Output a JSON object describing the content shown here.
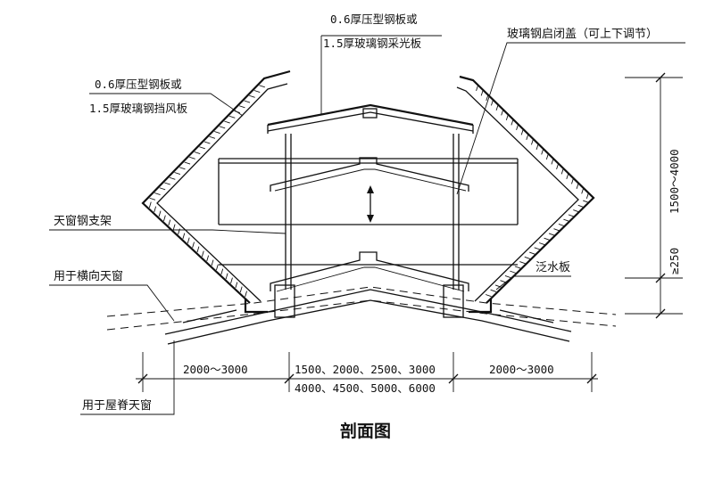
{
  "labels": {
    "top_panel_line1": "0.6厚压型钢板或",
    "top_panel_line2": "1.5厚玻璃钢采光板",
    "frp_cover": "玻璃钢启闭盖（可上下调节）",
    "side_panel_line1": "0.6厚压型钢板或",
    "side_panel_line2": "1.5厚玻璃钢挡风板",
    "steel_frame": "天窗钢支架",
    "transverse": "用于横向天窗",
    "flashing": "泛水板",
    "ridge": "用于屋脊天窗"
  },
  "dimensions": {
    "height_range": "1500～4000",
    "min_height": "≥250",
    "left_width": "2000～3000",
    "center_width_line1": "1500、2000、2500、3000",
    "center_width_line2": "4000、4500、5000、6000",
    "right_width": "2000～3000"
  },
  "caption": "剖面图",
  "colors": {
    "ink": "#111111",
    "background": "#ffffff"
  }
}
